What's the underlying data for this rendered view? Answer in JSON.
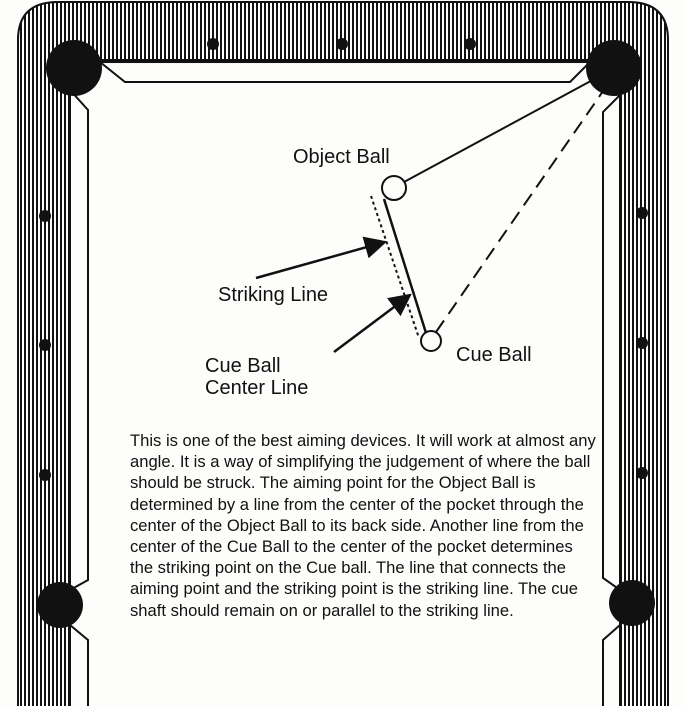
{
  "labels": {
    "object_ball": "Object Ball",
    "striking_line": "Striking Line",
    "cue_ball": "Cue Ball",
    "cue_ball_center_line_1": "Cue Ball",
    "cue_ball_center_line_2": "Center Line"
  },
  "description": "This is one of the best aiming devices. It will work at almost any angle. It is a way of simplifying the judgement of where the ball should be struck. The aiming point for the Object Ball is determined by a line from the center of the pocket through the center of the Object Ball to its back side. Another line from the center of the Cue Ball to the center of the pocket determines the striking point on the Cue ball. The line that connects the aiming point and the striking point is the striking line. The cue shaft should remain on or parallel to the striking line.",
  "colors": {
    "ink": "#111111",
    "paper": "#fdfdfb"
  }
}
